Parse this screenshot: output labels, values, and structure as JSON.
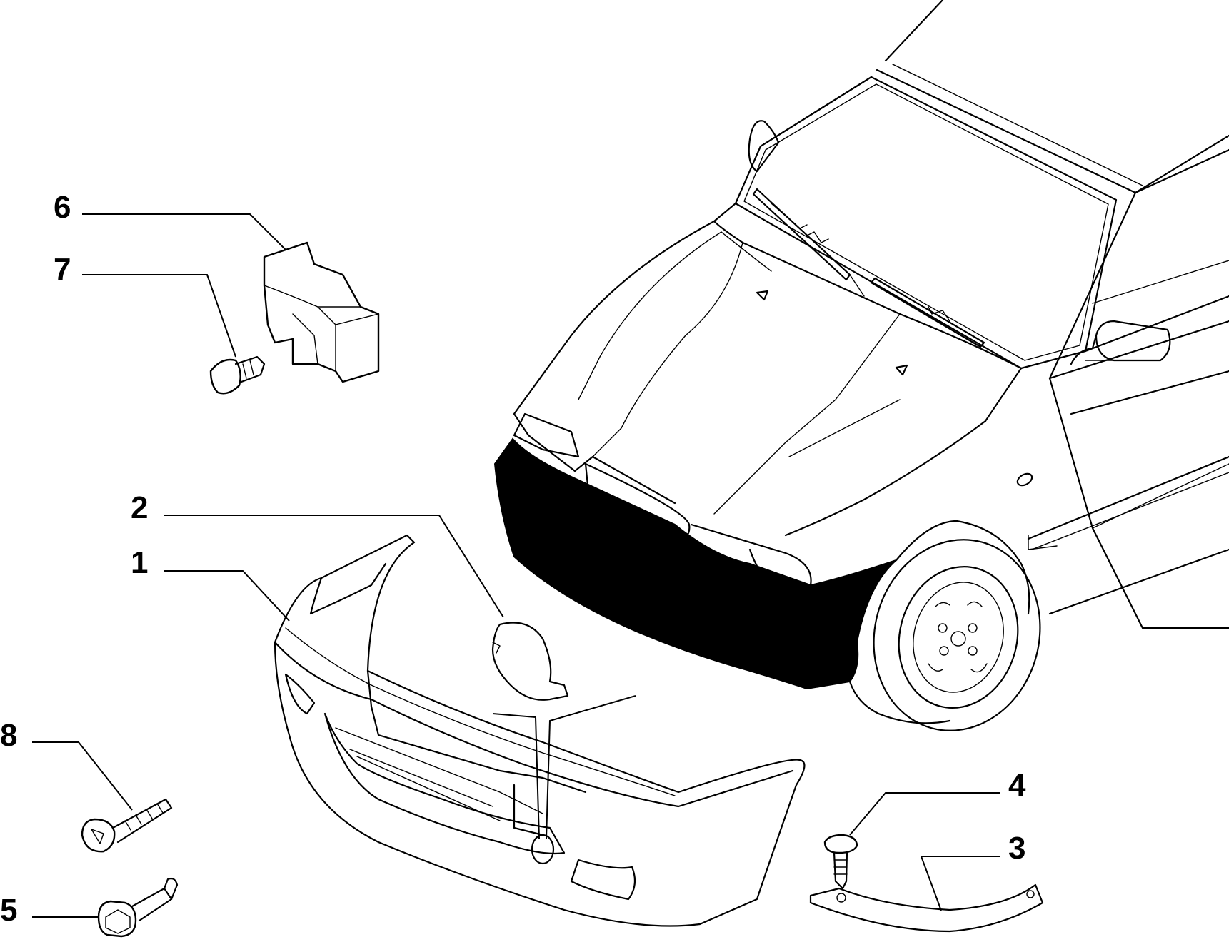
{
  "callouts": [
    {
      "id": "1",
      "label": "1"
    },
    {
      "id": "2",
      "label": "2"
    },
    {
      "id": "3",
      "label": "3"
    },
    {
      "id": "4",
      "label": "4"
    },
    {
      "id": "5",
      "label": "5"
    },
    {
      "id": "6",
      "label": "6"
    },
    {
      "id": "7",
      "label": "7"
    },
    {
      "id": "8",
      "label": "8"
    }
  ],
  "colors": {
    "line": "#000000",
    "background": "#ffffff",
    "highlight_fill": "#000000"
  }
}
